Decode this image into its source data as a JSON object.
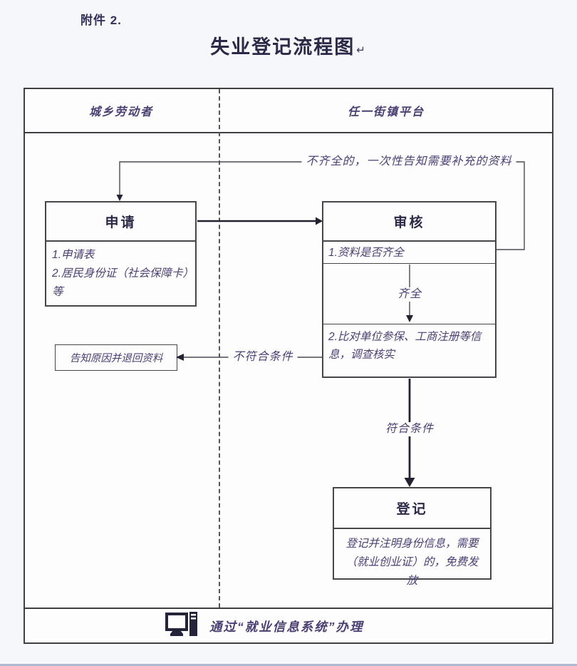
{
  "page": {
    "attachment_label": "附件 2.",
    "title": "失业登记流程图",
    "return_mark": "↵"
  },
  "columns": {
    "left_header": "城乡劳动者",
    "right_header": "任一街镇平台"
  },
  "nodes": {
    "apply": {
      "title": "申请",
      "items": [
        "1.申请表",
        "2.居民身份证（社会保障卡）等"
      ]
    },
    "review": {
      "title": "审核",
      "step1": "1.资料是否齐全",
      "step2": "2.比对单位参保、工商注册等信息，调查核实"
    },
    "reject": {
      "label": "告知原因并退回资料"
    },
    "register": {
      "title": "登记",
      "desc": "登记并注明身份信息，需要（就业创业证）的，免费发放"
    }
  },
  "edges": {
    "incomplete_label": "不齐全的，一次性告知需要补充的资料",
    "complete_label": "齐全",
    "not_qualified_label": "不符合条件",
    "qualified_label": "符合条件"
  },
  "footer": {
    "icon": "computer-icon",
    "text": "通过“就业信息系统”办理"
  },
  "colors": {
    "line": "#3f3f43",
    "printed_text": "#2b2948",
    "script_text": "#4b3f72",
    "background": "#f6f7fa",
    "frame_background": "#fdfdfe"
  }
}
